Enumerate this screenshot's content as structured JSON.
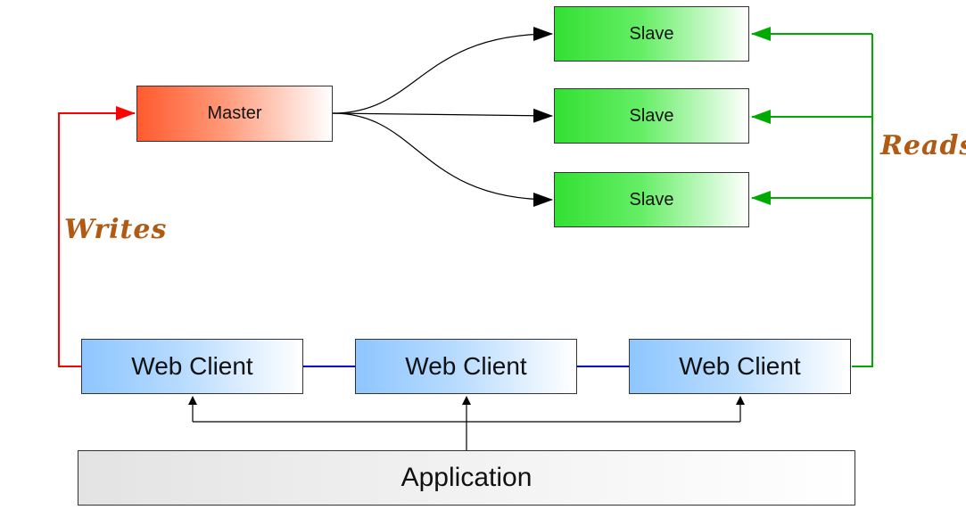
{
  "master": {
    "label": "Master"
  },
  "slaves": [
    {
      "label": "Slave"
    },
    {
      "label": "Slave"
    },
    {
      "label": "Slave"
    }
  ],
  "clients": [
    {
      "label": "Web Client"
    },
    {
      "label": "Web Client"
    },
    {
      "label": "Web Client"
    }
  ],
  "application": {
    "label": "Application"
  },
  "edge_labels": {
    "writes": "Writes",
    "reads": "Reads"
  },
  "colors": {
    "writes_line": "#ff0000",
    "reads_line": "#00aa00",
    "client_link": "#0000cc",
    "replication": "#000000",
    "label_text": "#b05a14"
  }
}
